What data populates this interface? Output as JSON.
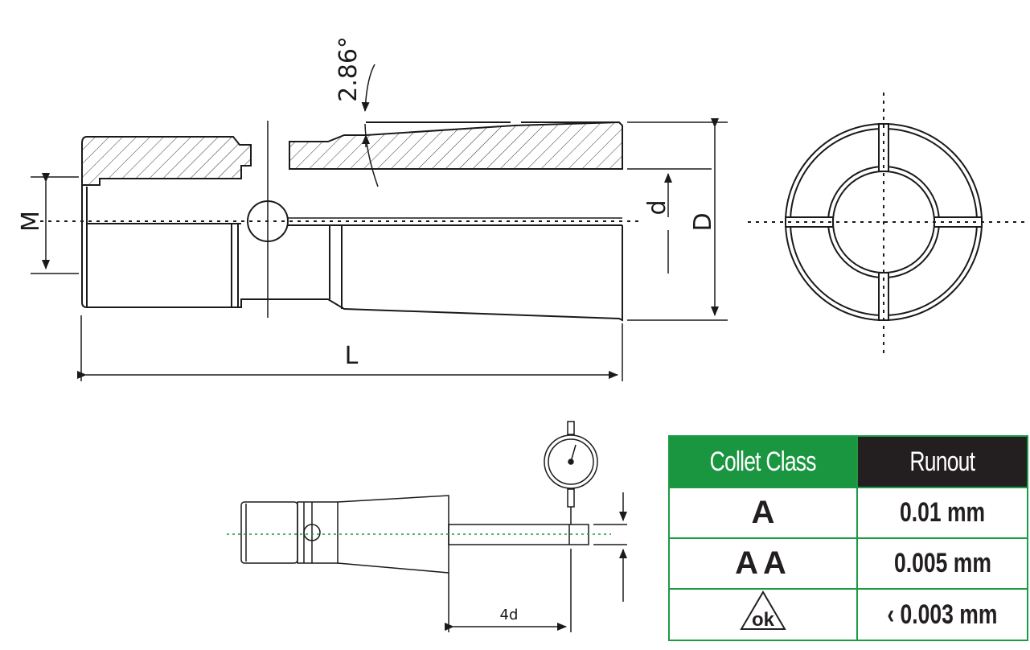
{
  "dimensions": {
    "angle": "2.86°",
    "M": "M",
    "d": "d",
    "D": "D",
    "L": "L",
    "test_length": "4d"
  },
  "table": {
    "headers": [
      "Collet Class",
      "Runout"
    ],
    "rows": [
      {
        "class": "A",
        "runout": "0.01  mm"
      },
      {
        "class": "AA",
        "runout": "0.005  mm"
      },
      {
        "class": "ok",
        "runout": "‹ 0.003  mm"
      }
    ]
  },
  "colors": {
    "class_header": "#1a9641",
    "runout_header": "#231f20",
    "border": "#1d9a43",
    "centerline": "#1d9a43"
  }
}
